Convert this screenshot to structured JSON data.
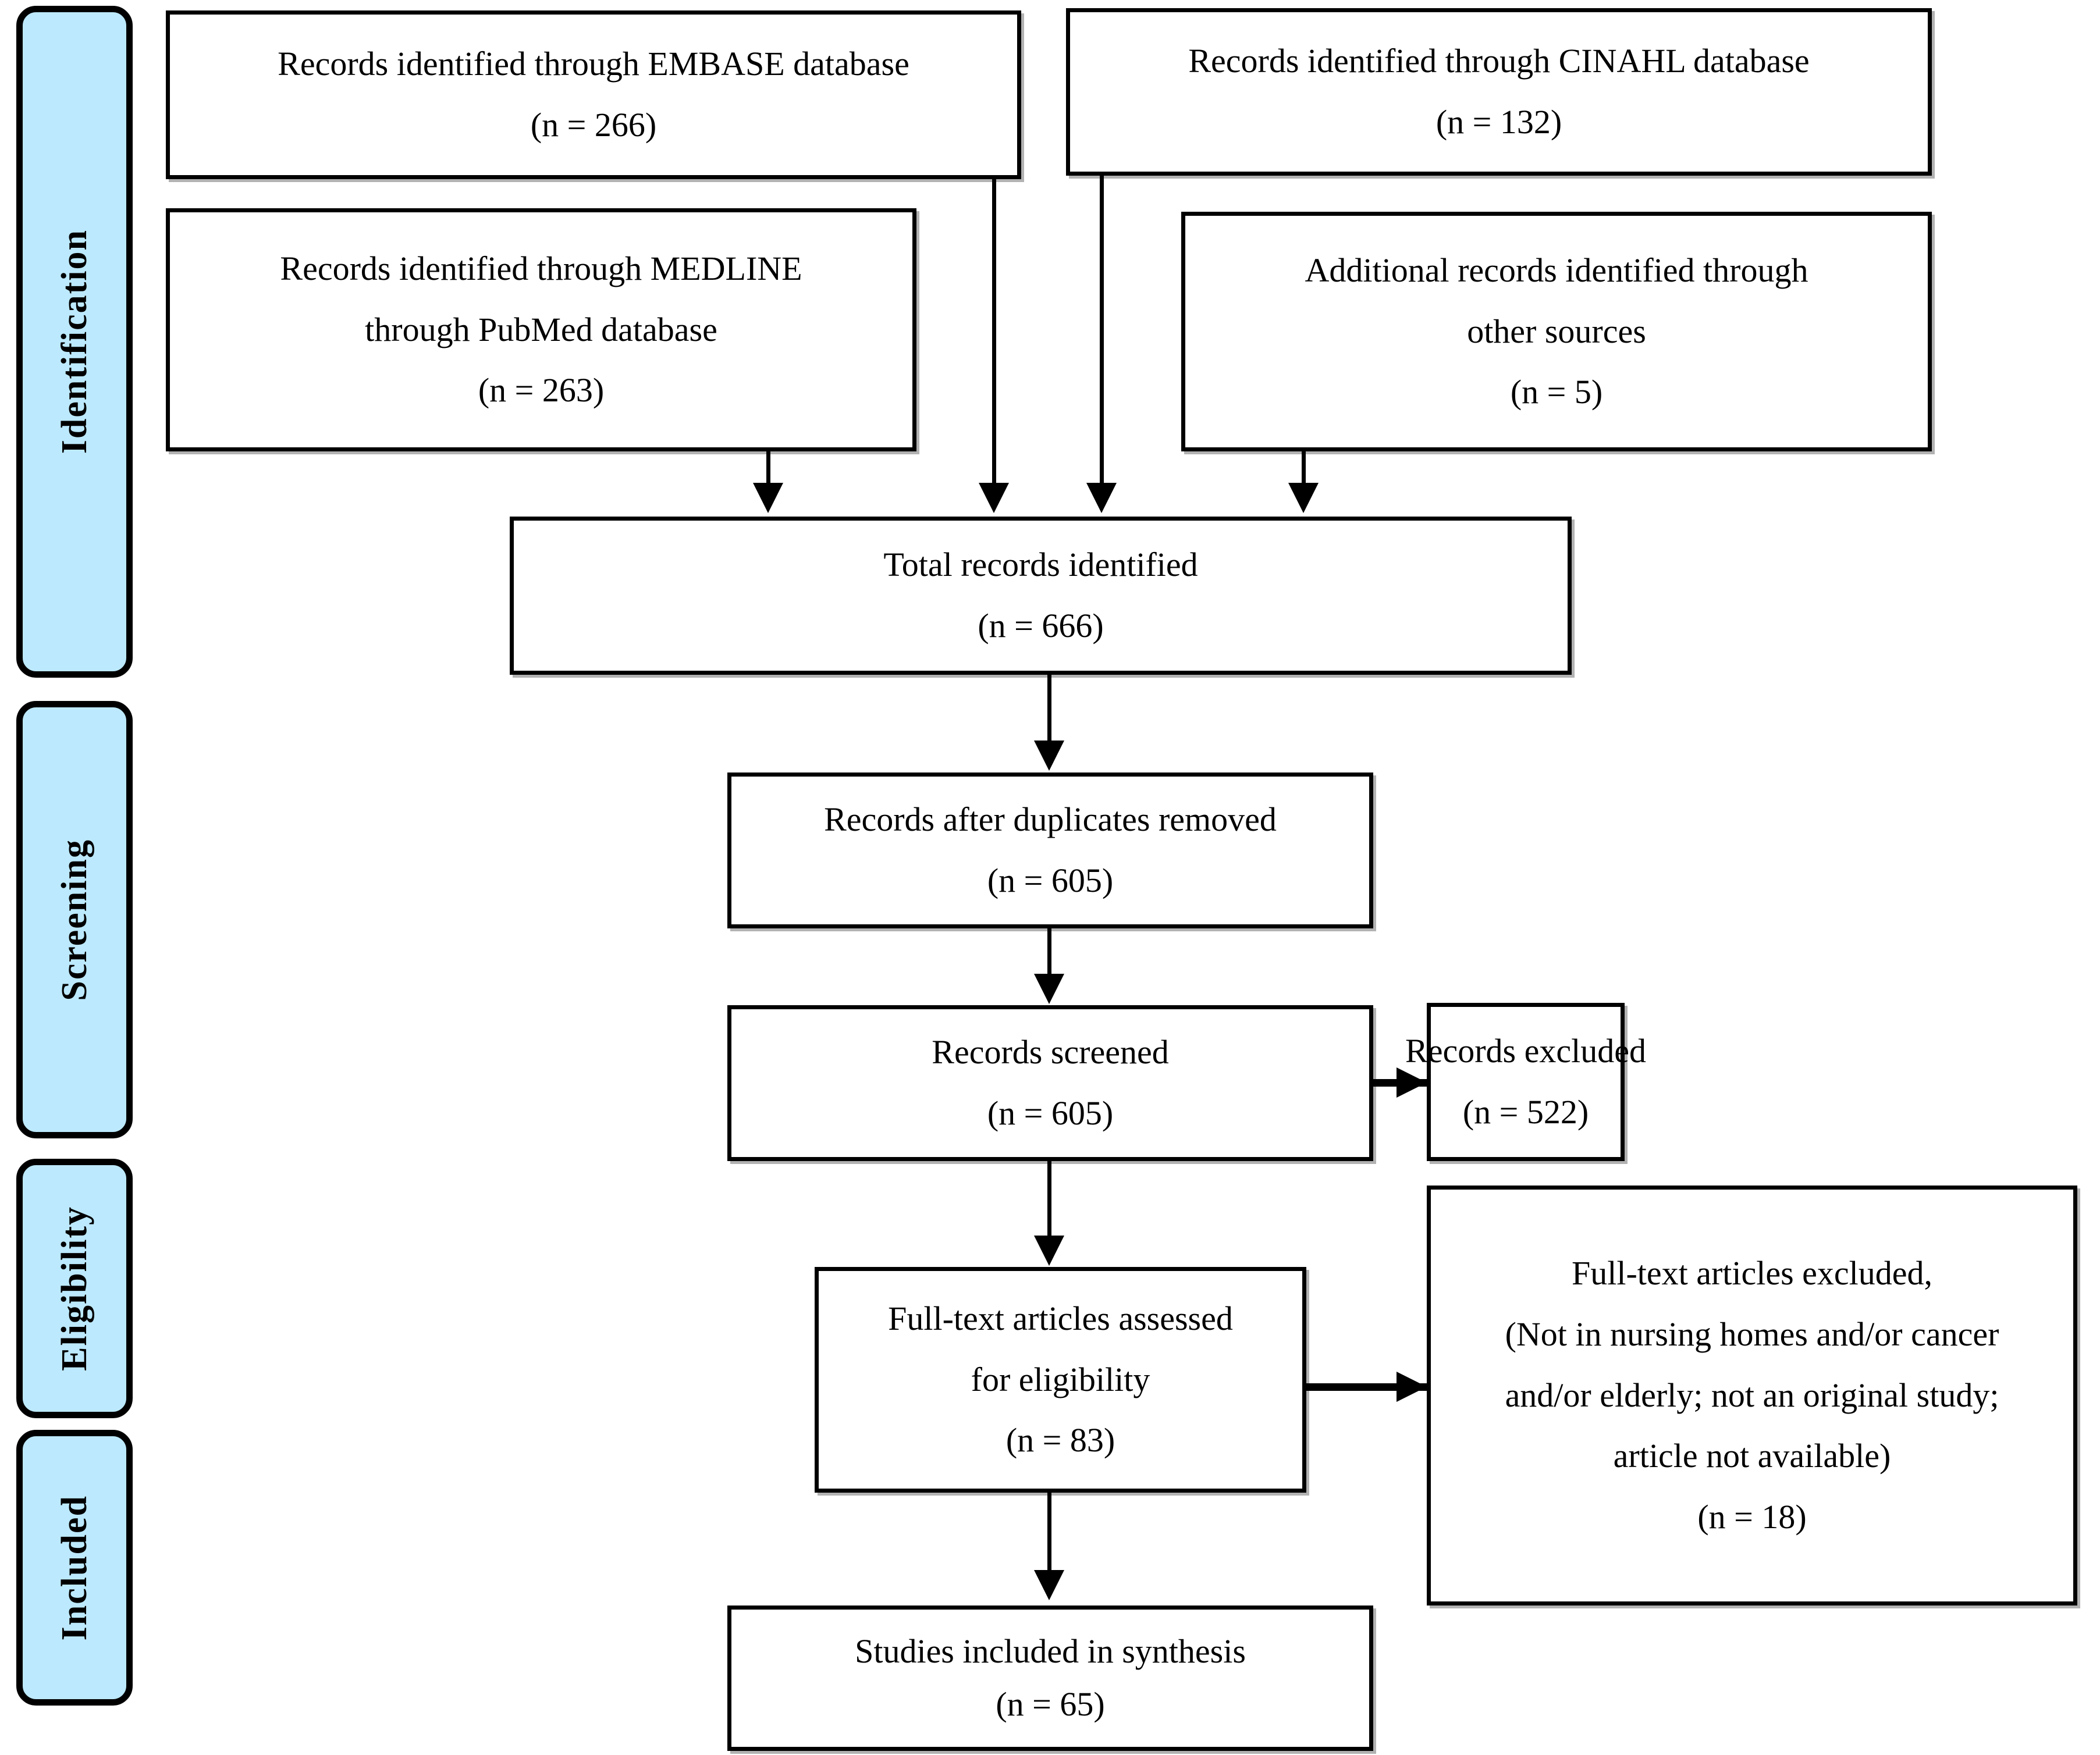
{
  "diagram": {
    "type": "PRISMA flow diagram",
    "stages": [
      {
        "id": "identification",
        "label": "Identification"
      },
      {
        "id": "screening",
        "label": "Screening"
      },
      {
        "id": "eligibility",
        "label": "Eligibility"
      },
      {
        "id": "included",
        "label": "Included"
      }
    ],
    "nodes": {
      "embase": {
        "line1": "Records identified through EMBASE database",
        "count_prefix": "(",
        "count_n": "n",
        "count_eq": " = ",
        "count_value": "266",
        "count_suffix": ")",
        "count_full": "(n = 266)"
      },
      "cinahl": {
        "line1": "Records identified through CINAHL database",
        "count_value": "132",
        "count_full": "(n = 132)"
      },
      "medline": {
        "line1": "Records identified through MEDLINE",
        "line2": "through PubMed database",
        "count_value": "263",
        "count_full": "(n = 263)"
      },
      "other_sources": {
        "line1": "Additional records identified through",
        "line2": "other sources",
        "count_value": "5",
        "count_full": "(n = 5)"
      },
      "total_records": {
        "line1": "Total records identified",
        "count_value": "666",
        "count_full": "(n = 666)"
      },
      "duplicates_removed": {
        "line1": "Records after duplicates removed",
        "count_value": "605",
        "count_full": "(n = 605)"
      },
      "records_screened": {
        "line1": "Records screened",
        "count_value": "605",
        "count_full": "(n = 605)"
      },
      "records_excluded": {
        "line1": "Records excluded",
        "count_value": "522",
        "count_full": "(n = 522)"
      },
      "fulltext_assessed": {
        "line1": "Full-text articles assessed",
        "line2": "for eligibility",
        "count_value": "83",
        "count_full": "(n = 83)"
      },
      "fulltext_excluded": {
        "line1": "Full-text articles excluded,",
        "line2": "(Not in nursing homes and/or cancer",
        "line3": "and/or elderly; not an original study;",
        "line4": "article not available)",
        "count_value": "18",
        "count_full": "(n = 18)"
      },
      "studies_included": {
        "line1": "Studies included in synthesis",
        "count_value": "65",
        "count_full": "(n = 65)"
      }
    },
    "colors": {
      "stage_fill": "#bce9fd",
      "stroke": "#000000",
      "node_fill": "#ffffff"
    }
  }
}
